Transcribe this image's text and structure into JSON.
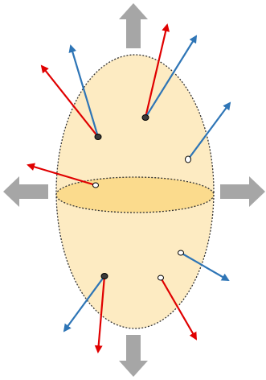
{
  "colors": {
    "body_fill": "#fdebc2",
    "equator_fill": "#fbdb8d",
    "outline": "#333333",
    "red_vector": "#e00000",
    "blue_vector": "#2e75b6",
    "grey_arrow": "#a6a6a6",
    "filled_point": "#3a3a3a",
    "hollow_point": "#ffffff"
  },
  "icons": [
    "up-arrow-icon",
    "down-arrow-icon",
    "left-arrow-icon",
    "right-arrow-icon"
  ],
  "points": [
    {
      "name": "point-upper-left",
      "style": "filled"
    },
    {
      "name": "point-upper-right",
      "style": "filled"
    },
    {
      "name": "point-right-upper",
      "style": "hollow"
    },
    {
      "name": "point-equator-left",
      "style": "hollow"
    },
    {
      "name": "point-lower-right",
      "style": "hollow"
    },
    {
      "name": "point-lower-left",
      "style": "filled"
    },
    {
      "name": "point-lower-center",
      "style": "hollow"
    }
  ]
}
